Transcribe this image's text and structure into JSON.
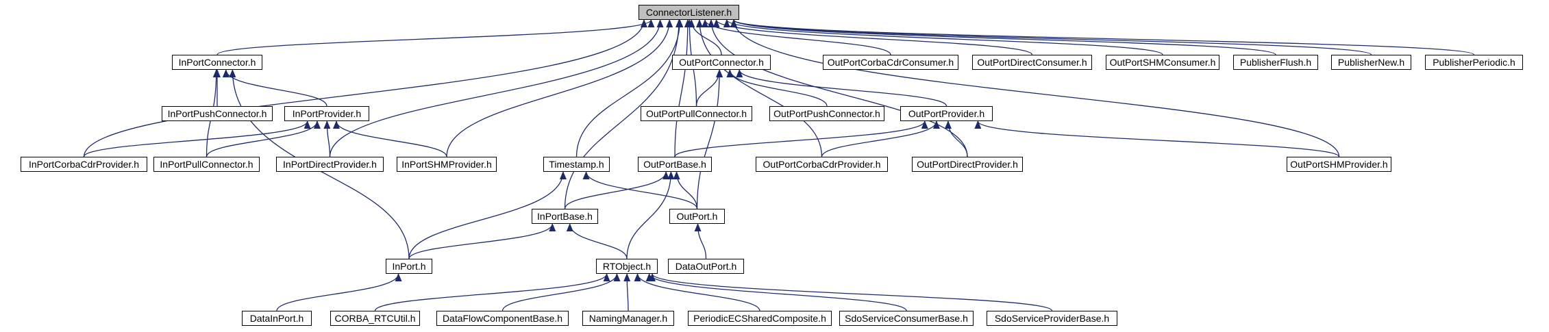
{
  "graph": {
    "nodes": {
      "root": "ConnectorListener.h",
      "inportconnector": "InPortConnector.h",
      "outportconnector": "OutPortConnector.h",
      "outportcorbacdrconsumer": "OutPortCorbaCdrConsumer.h",
      "outportdirectconsumer": "OutPortDirectConsumer.h",
      "outportshmconsumer": "OutPortSHMConsumer.h",
      "publisherflush": "PublisherFlush.h",
      "publishernew": "PublisherNew.h",
      "publisherperiodic": "PublisherPeriodic.h",
      "inportpushconnector": "InPortPushConnector.h",
      "inportprovider": "InPortProvider.h",
      "outportpullconnector": "OutPortPullConnector.h",
      "outportpushconnector": "OutPortPushConnector.h",
      "outportprovider": "OutPortProvider.h",
      "inportcorbacdrprovider": "InPortCorbaCdrProvider.h",
      "inportpullconnector": "InPortPullConnector.h",
      "inportdirectprovider": "InPortDirectProvider.h",
      "inportshmprovider": "InPortSHMProvider.h",
      "timestamp": "Timestamp.h",
      "outportbase": "OutPortBase.h",
      "outportcorbacdrprovider": "OutPortCorbaCdrProvider.h",
      "outportdirectprovider": "OutPortDirectProvider.h",
      "outportshmprovider": "OutPortSHMProvider.h",
      "inportbase": "InPortBase.h",
      "outport": "OutPort.h",
      "inport": "InPort.h",
      "rtobject": "RTObject.h",
      "dataoutport": "DataOutPort.h",
      "datainport": "DataInPort.h",
      "corba_rtcutil": "CORBA_RTCUtil.h",
      "dataflowcomponentbase": "DataFlowComponentBase.h",
      "namingmanager": "NamingManager.h",
      "periodicecsharedcomposite": "PeriodicECSharedComposite.h",
      "sdoserviceconsumerbase": "SdoServiceConsumerBase.h",
      "sdoserviceproviderbase": "SdoServiceProviderBase.h"
    },
    "edges": [
      [
        "inportconnector",
        "root"
      ],
      [
        "outportconnector",
        "root"
      ],
      [
        "outportcorbacdrconsumer",
        "root"
      ],
      [
        "outportdirectconsumer",
        "root"
      ],
      [
        "outportshmconsumer",
        "root"
      ],
      [
        "publisherflush",
        "root"
      ],
      [
        "publishernew",
        "root"
      ],
      [
        "publisherperiodic",
        "root"
      ],
      [
        "inportcorbacdrprovider",
        "root"
      ],
      [
        "inportdirectprovider",
        "root"
      ],
      [
        "inportshmprovider",
        "root"
      ],
      [
        "inportbase",
        "root"
      ],
      [
        "timestamp",
        "root"
      ],
      [
        "outportbase",
        "root"
      ],
      [
        "outportpullconnector",
        "root"
      ],
      [
        "outportcorbacdrprovider",
        "root"
      ],
      [
        "outportdirectprovider",
        "root"
      ],
      [
        "outportshmprovider",
        "root"
      ],
      [
        "inportpushconnector",
        "inportconnector"
      ],
      [
        "inportprovider",
        "inportconnector"
      ],
      [
        "inportpullconnector",
        "inportconnector"
      ],
      [
        "inport",
        "inportconnector"
      ],
      [
        "inportcorbacdrprovider",
        "inportprovider"
      ],
      [
        "inportpullconnector",
        "inportprovider"
      ],
      [
        "inportdirectprovider",
        "inportprovider"
      ],
      [
        "inportshmprovider",
        "inportprovider"
      ],
      [
        "outportpullconnector",
        "outportconnector"
      ],
      [
        "outportpushconnector",
        "outportconnector"
      ],
      [
        "outportprovider",
        "outportconnector"
      ],
      [
        "outport",
        "outportconnector"
      ],
      [
        "outportbase",
        "outportprovider"
      ],
      [
        "outportcorbacdrprovider",
        "outportprovider"
      ],
      [
        "outportdirectprovider",
        "outportprovider"
      ],
      [
        "outportshmprovider",
        "outportprovider"
      ],
      [
        "inport",
        "timestamp"
      ],
      [
        "outport",
        "timestamp"
      ],
      [
        "inportbase",
        "outportbase"
      ],
      [
        "outport",
        "outportbase"
      ],
      [
        "rtobject",
        "outportbase"
      ],
      [
        "inport",
        "inportbase"
      ],
      [
        "rtobject",
        "inportbase"
      ],
      [
        "dataoutport",
        "outport"
      ],
      [
        "datainport",
        "inport"
      ],
      [
        "corba_rtcutil",
        "rtobject"
      ],
      [
        "dataflowcomponentbase",
        "rtobject"
      ],
      [
        "namingmanager",
        "rtobject"
      ],
      [
        "periodicecsharedcomposite",
        "rtobject"
      ],
      [
        "sdoserviceconsumerbase",
        "rtobject"
      ],
      [
        "sdoserviceproviderbase",
        "rtobject"
      ]
    ]
  }
}
